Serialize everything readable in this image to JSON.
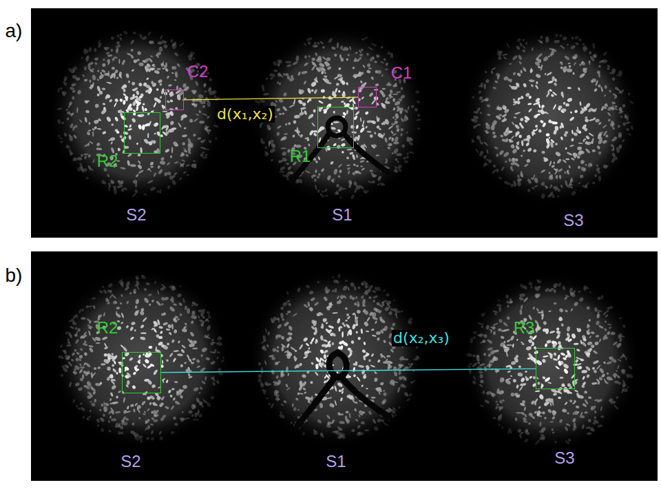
{
  "diagram": {
    "nodes": [
      {
        "text": [
          "a)"
        ]
      },
      {
        "text": [
          "S2"
        ],
        "in": 0
      },
      {
        "text": [
          "C2"
        ],
        "in": 1
      },
      {
        "text": [
          "R2"
        ],
        "in": 1
      },
      {
        "text": [
          "S1"
        ],
        "in": 0
      },
      {
        "text": [
          "C1"
        ],
        "in": 4
      },
      {
        "text": [
          "R1"
        ],
        "in": 4
      },
      {
        "text": [
          "S3"
        ],
        "in": 0
      },
      {
        "text": [
          "b)"
        ]
      },
      {
        "text": [
          "S2"
        ],
        "in": 8
      },
      {
        "text": [
          "R2"
        ],
        "in": 9
      },
      {
        "text": [
          "S1"
        ],
        "in": 8
      },
      {
        "text": [
          "S3"
        ],
        "in": 8
      },
      {
        "text": [
          "R3"
        ],
        "in": 12
      }
    ],
    "edges": [
      {
        "from": 2,
        "to": 5,
        "arrow": "none",
        "label": "d(x₁,x₂)"
      },
      {
        "from": 10,
        "to": 13,
        "arrow": "none",
        "label": "d(x₂,x₃)"
      }
    ]
  }
}
